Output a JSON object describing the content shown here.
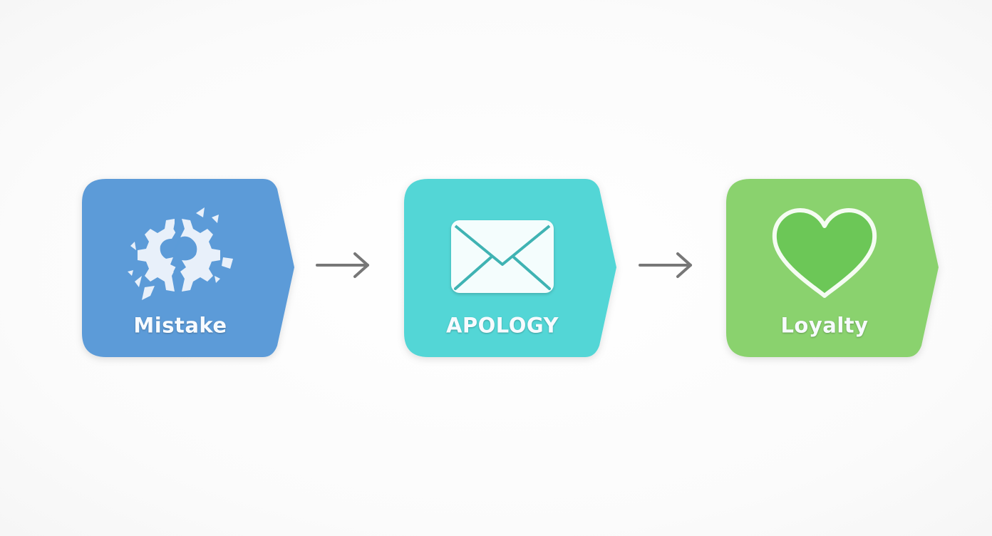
{
  "steps": [
    {
      "label": "Mistake",
      "icon": "broken-gear-icon",
      "color": "#5b9bd8"
    },
    {
      "label": "APOLOGY",
      "icon": "envelope-icon",
      "color": "#52d6d6"
    },
    {
      "label": "Loyalty",
      "icon": "heart-icon",
      "color": "#8ad26e"
    }
  ],
  "connector_color": "#777777",
  "connector_icon": "right-arrow-icon"
}
